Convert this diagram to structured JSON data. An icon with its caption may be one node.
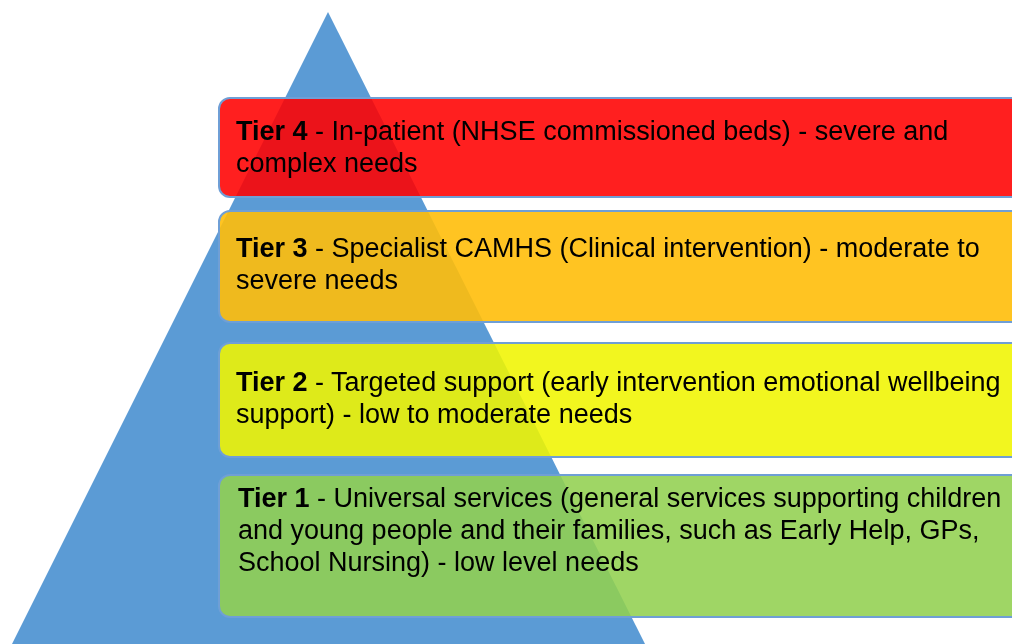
{
  "diagram": {
    "nodes": [
      {
        "text": [
          "**Tier 4** - In-patient (NHSE commissioned beds) - severe and complex needs"
        ]
      },
      {
        "text": [
          "**Tier 3** - Specialist CAMHS (Clinical intervention) - moderate to severe needs"
        ]
      },
      {
        "text": [
          "**Tier 2** - Targeted support (early intervention emotional wellbeing support) - low to moderate needs"
        ]
      },
      {
        "text": [
          "**Tier 1** - Universal services (general services supporting children and young people and their families, such as Early Help, GPs, School Nursing) - low level needs"
        ]
      }
    ]
  }
}
